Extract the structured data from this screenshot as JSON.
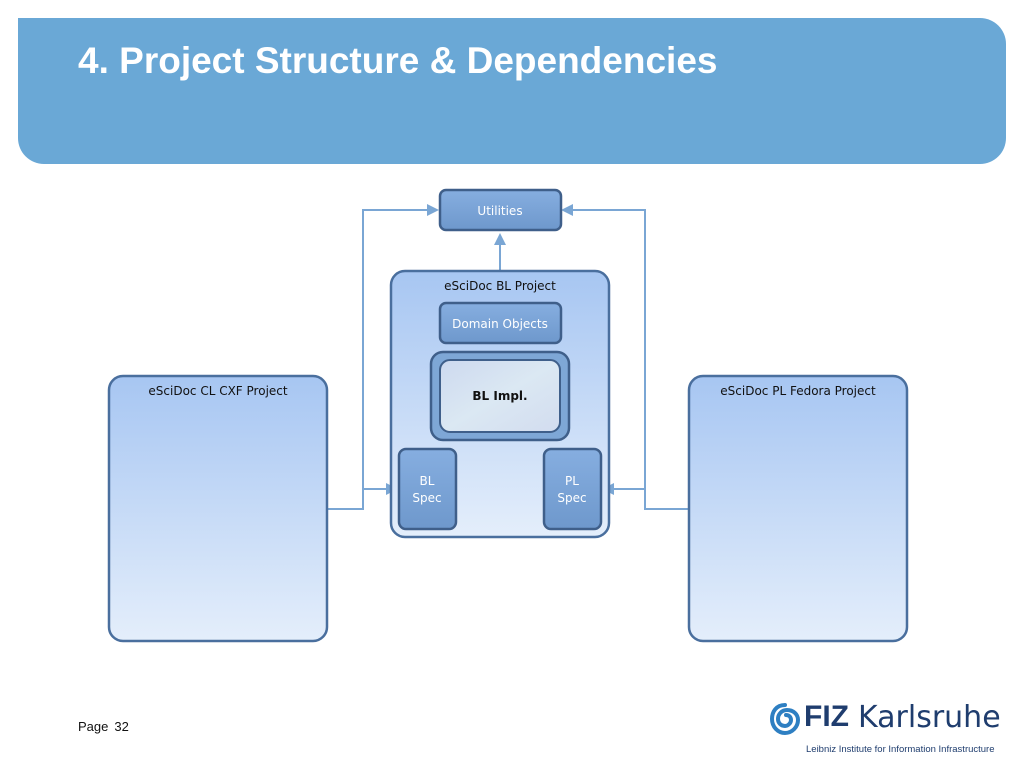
{
  "slide": {
    "title": "4. Project Structure & Dependencies",
    "page_label": "Page",
    "page_number": "32"
  },
  "diagram": {
    "utilities": "Utilities",
    "bl_project": "eSciDoc BL Project",
    "domain_objects": "Domain Objects",
    "bl_impl": "BL Impl.",
    "bl_spec_line1": "BL",
    "bl_spec_line2": "Spec",
    "pl_spec_line1": "PL",
    "pl_spec_line2": "Spec",
    "cl_project": "eSciDoc CL CXF Project",
    "pl_project": "eSciDoc PL Fedora Project"
  },
  "logo": {
    "fiz": "FIZ",
    "city": "Karlsruhe",
    "tagline": "Leibniz Institute for Information Infrastructure"
  },
  "colors": {
    "header": "#6aa8d6",
    "box_border": "#4a6f9e",
    "box_fill": "#7ea7d6",
    "arrow": "#7aa6d4",
    "logo_text": "#1f3d6e"
  }
}
